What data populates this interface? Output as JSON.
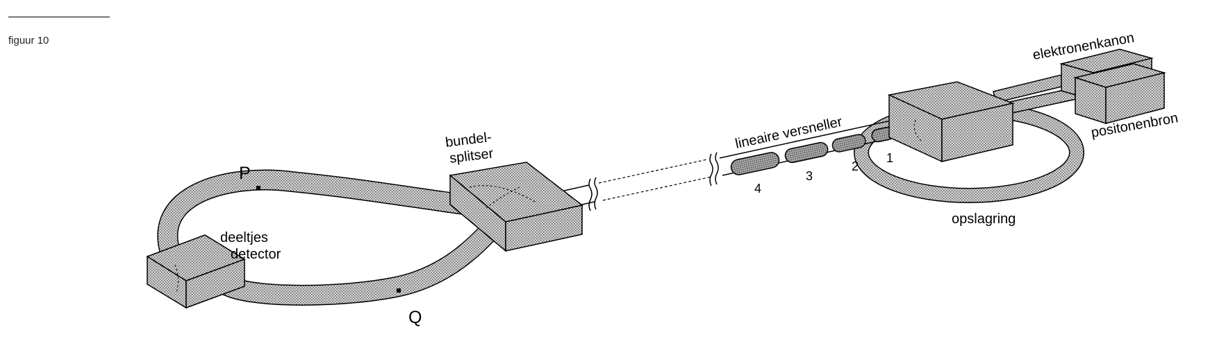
{
  "caption": "figuur 10",
  "labels": {
    "P": "P",
    "Q": "Q",
    "detector_line1": "deeltjes",
    "detector_line2": "detector",
    "splitter_line1": "bundel-",
    "splitter_line2": "splitser",
    "accelerator": "lineaire versneller",
    "storage_ring": "opslagring",
    "electron_gun": "elektronenkanon",
    "positron_source": "positonenbron",
    "section_1": "1",
    "section_2": "2",
    "section_3": "3",
    "section_4": "4"
  },
  "colors": {
    "ink": "#000000",
    "stipple_dot": "#5a5a5a",
    "stipple_bg": "#d4d4d4"
  }
}
